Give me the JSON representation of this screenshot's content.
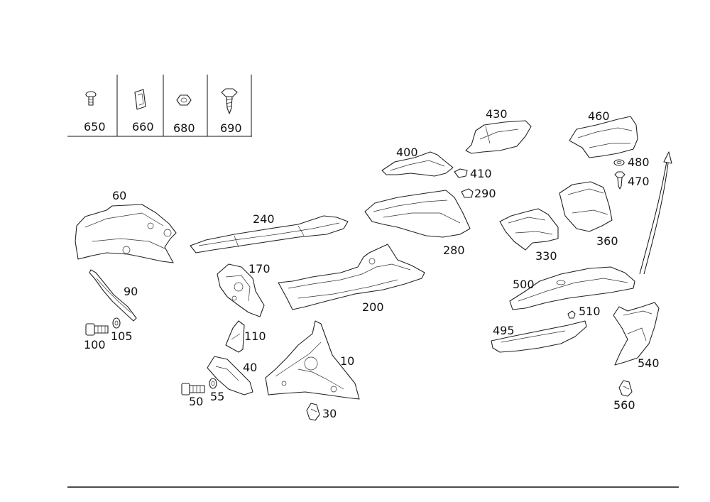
{
  "legend": {
    "parts": [
      {
        "number": "650",
        "icon": "flat-head-bolt-icon"
      },
      {
        "number": "660",
        "icon": "spring-clip-icon"
      },
      {
        "number": "680",
        "icon": "hex-nut-icon"
      },
      {
        "number": "690",
        "icon": "self-tapping-screw-icon"
      }
    ]
  },
  "parts": [
    {
      "number": "10"
    },
    {
      "number": "30"
    },
    {
      "number": "40"
    },
    {
      "number": "50"
    },
    {
      "number": "55"
    },
    {
      "number": "60"
    },
    {
      "number": "90"
    },
    {
      "number": "100"
    },
    {
      "number": "105"
    },
    {
      "number": "110"
    },
    {
      "number": "170"
    },
    {
      "number": "200"
    },
    {
      "number": "240"
    },
    {
      "number": "280"
    },
    {
      "number": "290"
    },
    {
      "number": "330"
    },
    {
      "number": "360"
    },
    {
      "number": "400"
    },
    {
      "number": "410"
    },
    {
      "number": "430"
    },
    {
      "number": "460"
    },
    {
      "number": "470"
    },
    {
      "number": "480"
    },
    {
      "number": "495"
    },
    {
      "number": "500"
    },
    {
      "number": "510"
    },
    {
      "number": "540"
    },
    {
      "number": "560"
    }
  ]
}
